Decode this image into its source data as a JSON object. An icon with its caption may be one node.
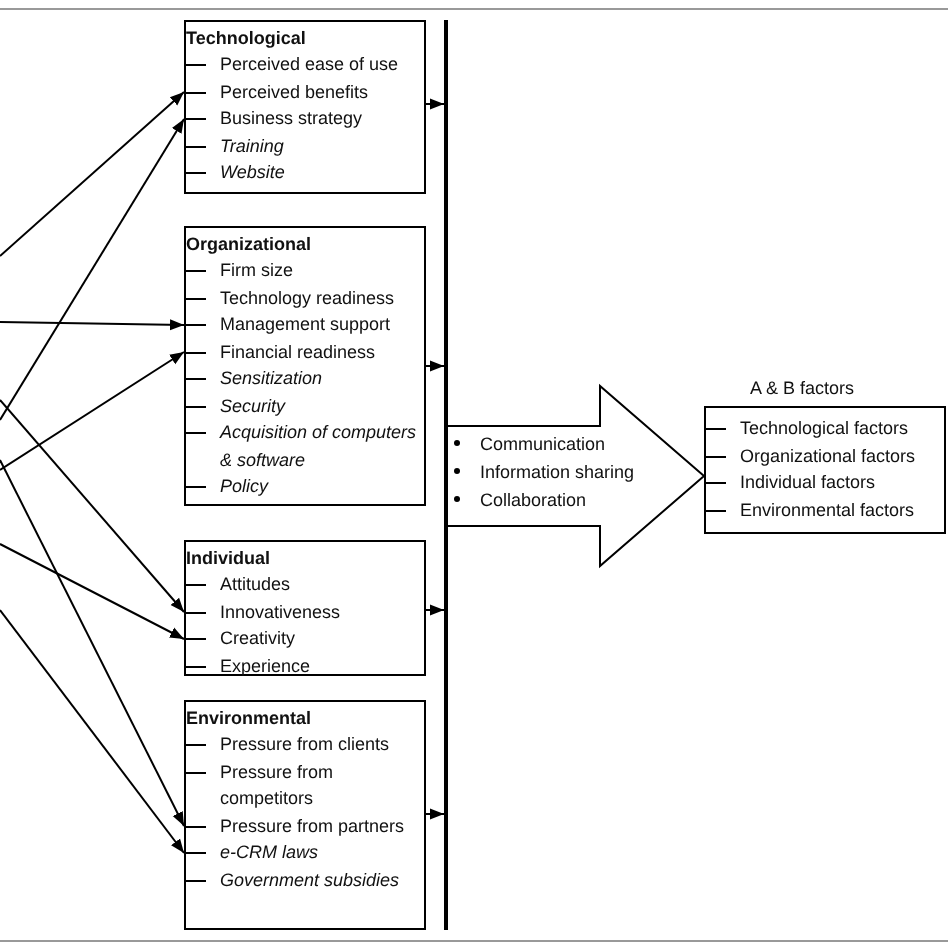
{
  "diagram": {
    "nodes": [
      {
        "text": [
          "Technological",
          "Perceived ease of use",
          "Perceived benefits",
          "Business strategy",
          "*Training*",
          "*Website*"
        ]
      },
      {
        "text": [
          "Organizational",
          "Firm size",
          "Technology readiness",
          "Management support",
          "Financial readiness",
          "*Sensitization*",
          "*Security*",
          "*Acquisition of computers & software*",
          "*Policy*"
        ]
      },
      {
        "text": [
          "Individual",
          "Attitudes",
          "Innovativeness",
          "Creativity",
          "Experience"
        ]
      },
      {
        "text": [
          "Environmental",
          "Pressure from clients",
          "Pressure from competitors",
          "Pressure from partners",
          "*e-CRM laws*",
          "*Government subsidies*"
        ]
      },
      {
        "text": [],
        "shape": "bar"
      },
      {
        "text": [
          "A & B factors",
          "Technological factors",
          "Organizational factors",
          "Individual factors",
          "Environmental factors"
        ]
      }
    ],
    "edges": [
      {
        "from": null,
        "to": 0,
        "arrow": "to"
      },
      {
        "from": null,
        "to": 0,
        "arrow": "to"
      },
      {
        "from": null,
        "to": 1,
        "arrow": "to"
      },
      {
        "from": null,
        "to": 1,
        "arrow": "to"
      },
      {
        "from": null,
        "to": 2,
        "arrow": "to"
      },
      {
        "from": null,
        "to": 2,
        "arrow": "to"
      },
      {
        "from": null,
        "to": 3,
        "arrow": "to"
      },
      {
        "from": null,
        "to": 3,
        "arrow": "to"
      },
      {
        "from": 0,
        "to": 4,
        "arrow": "to"
      },
      {
        "from": 1,
        "to": 4,
        "arrow": "to"
      },
      {
        "from": 2,
        "to": 4,
        "arrow": "to"
      },
      {
        "from": 3,
        "to": 4,
        "arrow": "to"
      },
      {
        "from": 4,
        "to": 5,
        "arrow": "to",
        "style": "thick"
      }
    ],
    "labels": [
      "Communication",
      "Information sharing",
      "Collaboration"
    ]
  }
}
